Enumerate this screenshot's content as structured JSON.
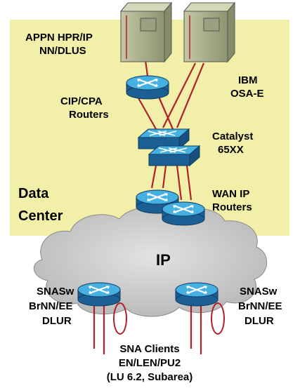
{
  "labels": {
    "appn_line1": "APPN HPR/IP",
    "appn_line2": "NN/DLUS",
    "ibm_line1": "IBM",
    "ibm_line2": "OSA-E",
    "cip_line1": "CIP/CPA",
    "cip_line2": "Routers",
    "catalyst_line1": "Catalyst",
    "catalyst_line2": "65XX",
    "datacenter_line1": "Data",
    "datacenter_line2": "Center",
    "wan_line1": "WAN IP",
    "wan_line2": "Routers",
    "ip": "IP",
    "snasw_left_line1": "SNASw",
    "snasw_left_line2": "BrNN/EE",
    "snasw_left_line3": "DLUR",
    "snasw_right_line1": "SNASw",
    "snasw_right_line2": "BrNN/EE",
    "snasw_right_line3": "DLUR",
    "clients_line1": "SNA Clients",
    "clients_line2": "EN/LEN/PU2",
    "clients_line3": "(LU 6.2, Subarea)"
  },
  "colors": {
    "datacenter_bg": "#f2f0a8",
    "cloud": "#c8c8c8",
    "router_top": "#3ea8d8",
    "router_body": "#1f6fa8",
    "link": "#b0202a",
    "mainframe": "#a8ae88"
  },
  "icons": [
    "mainframe-icon",
    "router-icon",
    "switch-icon",
    "cloud-icon"
  ]
}
